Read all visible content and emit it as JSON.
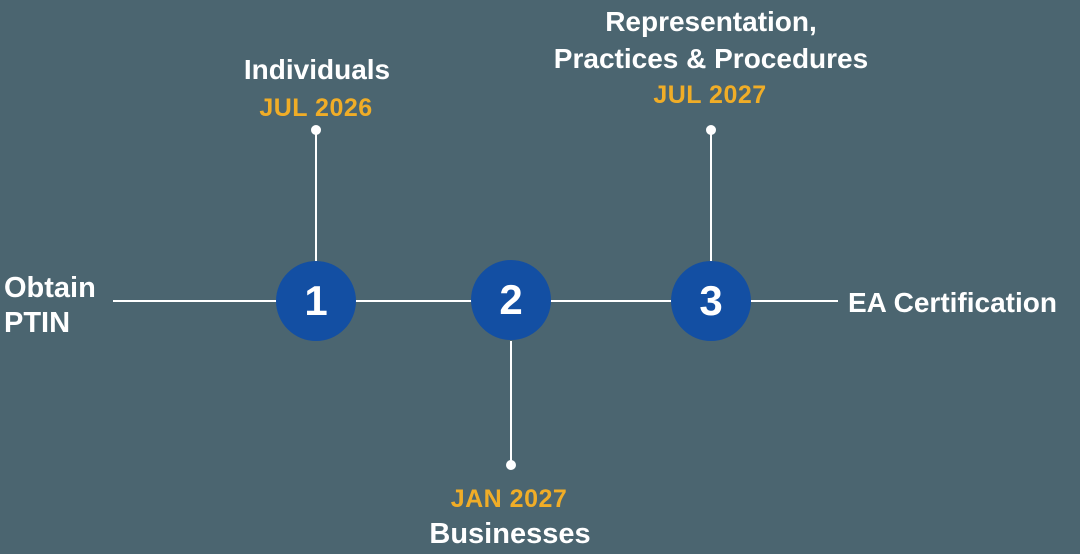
{
  "colors": {
    "background": "#4B6570",
    "node_blue": "#134FA3",
    "date_yellow": "#F0AD27",
    "line_white": "#FFFFFF",
    "text_white": "#FFFFFF"
  },
  "timeline": {
    "start": {
      "line1": "Obtain",
      "line2": "PTIN"
    },
    "end": {
      "label": "EA Certification"
    },
    "nodes": [
      {
        "number": "1",
        "title": "Individuals",
        "date": "JUL 2026",
        "label_position": "above"
      },
      {
        "number": "2",
        "title": "Businesses",
        "date": "JAN 2027",
        "label_position": "below"
      },
      {
        "number": "3",
        "title_line1": "Representation,",
        "title_line2": "Practices & Procedures",
        "date": "JUL 2027",
        "label_position": "above"
      }
    ]
  }
}
